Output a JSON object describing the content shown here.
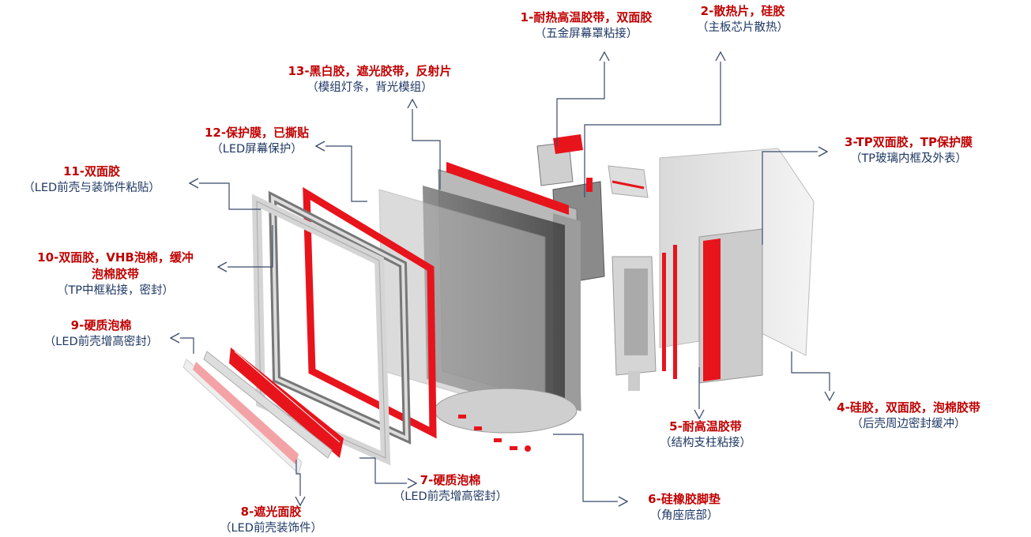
{
  "colors": {
    "title": "#c00000",
    "subtitle": "#1f3864",
    "leader": "#3a4a6b",
    "tape": "#e8141c"
  },
  "labels": [
    {
      "id": "1",
      "title": "1-耐热高温胶带，双面胶",
      "sub": "（五金屏幕罩粘接）"
    },
    {
      "id": "2",
      "title": "2-散热片，硅胶",
      "sub": "（主板芯片散热）"
    },
    {
      "id": "3",
      "title": "3-TP双面胶，TP保护膜",
      "sub": "（TP玻璃内框及外表）"
    },
    {
      "id": "4",
      "title": "4-硅胶，双面胶，泡棉胶带",
      "sub": "（后壳周边密封缓冲）"
    },
    {
      "id": "5",
      "title": "5-耐高温胶带",
      "sub": "（结构支柱粘接）"
    },
    {
      "id": "6",
      "title": "6-硅橡胶脚垫",
      "sub": "（角座底部）"
    },
    {
      "id": "7",
      "title": "7-硬质泡棉",
      "sub": "（LED前壳增高密封）"
    },
    {
      "id": "8",
      "title": "8-遮光面胶",
      "sub": "（LED前壳装饰件）"
    },
    {
      "id": "9",
      "title": "9-硬质泡棉",
      "sub": "（LED前壳增高密封）"
    },
    {
      "id": "10",
      "title": "10-双面胶，VHB泡棉，缓冲",
      "title2": "泡棉胶带",
      "sub": "（TP中框粘接，密封）"
    },
    {
      "id": "11",
      "title": "11-双面胶",
      "sub": "（LED前壳与装饰件粘贴）"
    },
    {
      "id": "12",
      "title": "12-保护膜，已撕贴",
      "sub": "（LED屏幕保护）"
    },
    {
      "id": "13",
      "title": "13-黑白胶，遮光胶带，反射片",
      "sub": "（模组灯条，背光模组）"
    }
  ]
}
